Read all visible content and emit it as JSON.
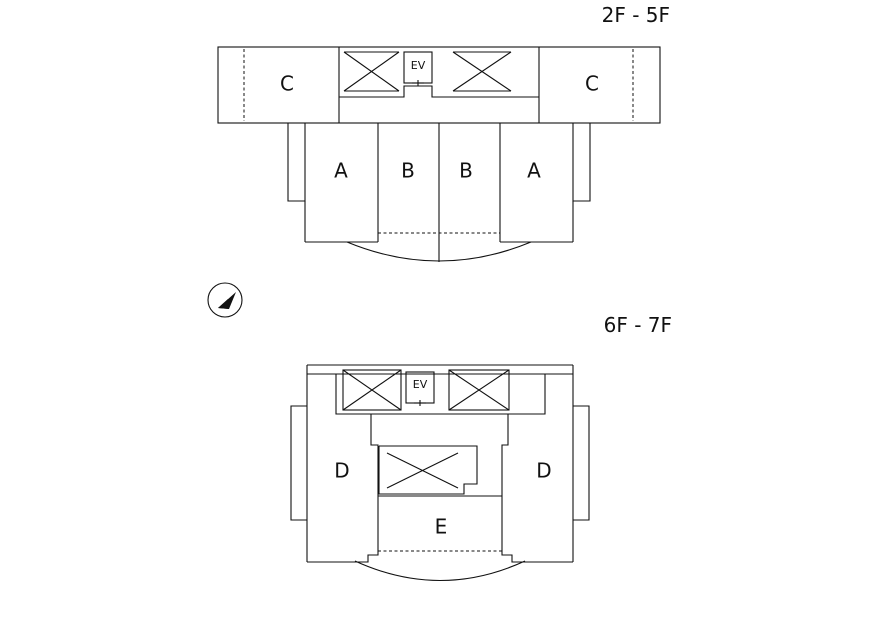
{
  "plans": [
    {
      "floor_label": "2F - 5F",
      "ev_label": "EV",
      "units": {
        "c_left": "C",
        "c_right": "C",
        "a_left": "A",
        "b_left": "B",
        "b_right": "B",
        "a_right": "A"
      }
    },
    {
      "floor_label": "6F - 7F",
      "ev_label": "EV",
      "units": {
        "d_left": "D",
        "d_right": "D",
        "e": "E"
      }
    }
  ],
  "compass": {
    "icon": "north-arrow-icon"
  },
  "colors": {
    "line": "#111111",
    "background": "#ffffff"
  }
}
